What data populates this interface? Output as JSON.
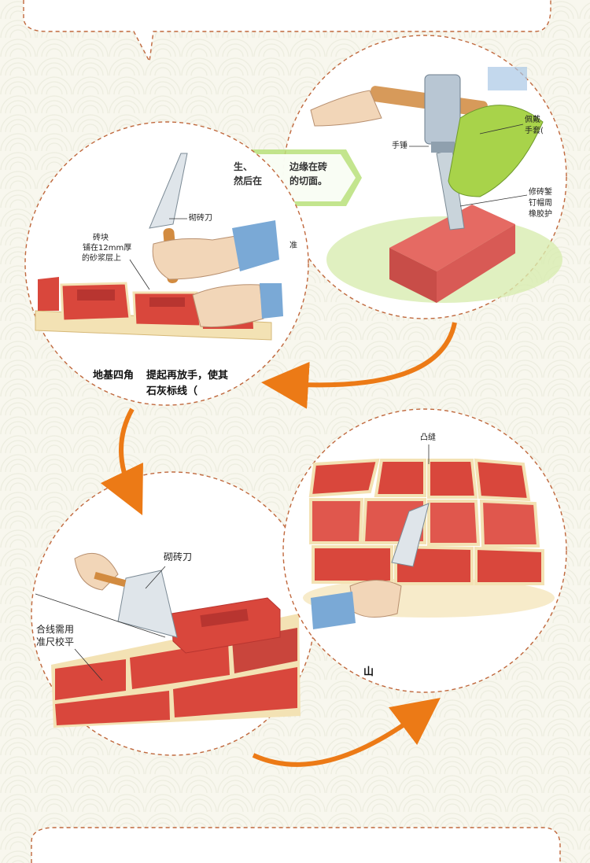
{
  "panel1": {
    "labels": {
      "hammer": "手锤",
      "gloves": "佩戴\n手套(",
      "chisel": "修砖錾\n钉帽周\n橡胶护"
    },
    "note": "生… 然后 … 边缘在砖 … 的切面。",
    "note_line1": "生、",
    "note_line2": "然后在",
    "note_line3": "边缘在砖",
    "note_line4": "的切面。",
    "fragment": "准"
  },
  "panel2": {
    "label_trowel": "砌砖刀",
    "label_brick": "砖块",
    "label_brick_sub1": "铺在12mm厚",
    "label_brick_sub2": "的砂浆层上",
    "caption1": "地基四角",
    "caption2": "提起再放手，使其",
    "caption3": "石灰标线（"
  },
  "panel3": {
    "label_trowel": "砌砖刀",
    "label_left1": "合线需用",
    "label_left2": "准尺校平"
  },
  "panel4": {
    "label_joint": "凸缝",
    "fragment": "山"
  },
  "colors": {
    "brick": "#d9473c",
    "brick_dark": "#b83530",
    "mortar": "#f3e2b4",
    "arrow": "#ec7a16",
    "dashed": "#c0683d",
    "sleeve": "#7aa9d6",
    "glove": "#a8d34a",
    "hexagon": "#b8e07a"
  }
}
